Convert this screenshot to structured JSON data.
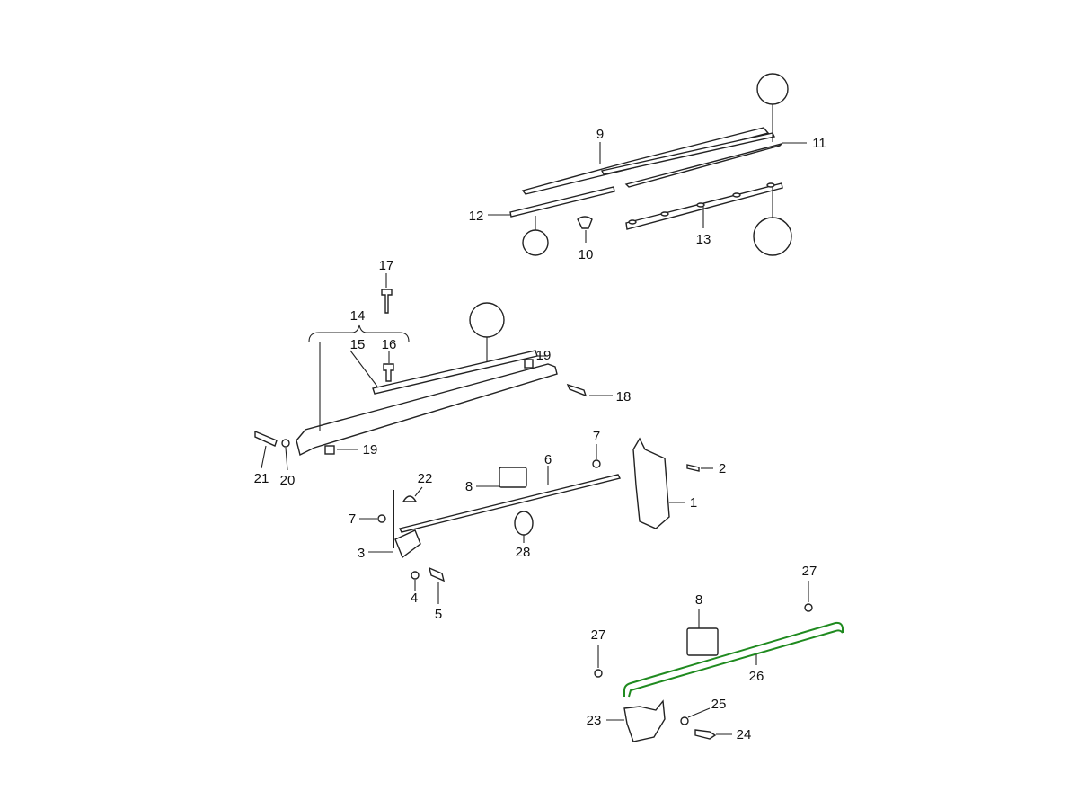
{
  "diagram": {
    "highlight_color": "#1f8a1f",
    "highlighted_part": "26",
    "labels": {
      "p1": "1",
      "p2": "2",
      "p3": "3",
      "p4": "4",
      "p5": "5",
      "p6": "6",
      "p7a": "7",
      "p7b": "7",
      "p8a": "8",
      "p8b": "8",
      "p9": "9",
      "p10": "10",
      "p11": "11",
      "p12": "12",
      "p13": "13",
      "p14": "14",
      "p15": "15",
      "p16": "16",
      "p17": "17",
      "p18": "18",
      "p19a": "19",
      "p19b": "19",
      "p20": "20",
      "p21": "21",
      "p22": "22",
      "p23": "23",
      "p24": "24",
      "p25": "25",
      "p26": "26",
      "p27a": "27",
      "p27b": "27",
      "p28": "28"
    }
  }
}
